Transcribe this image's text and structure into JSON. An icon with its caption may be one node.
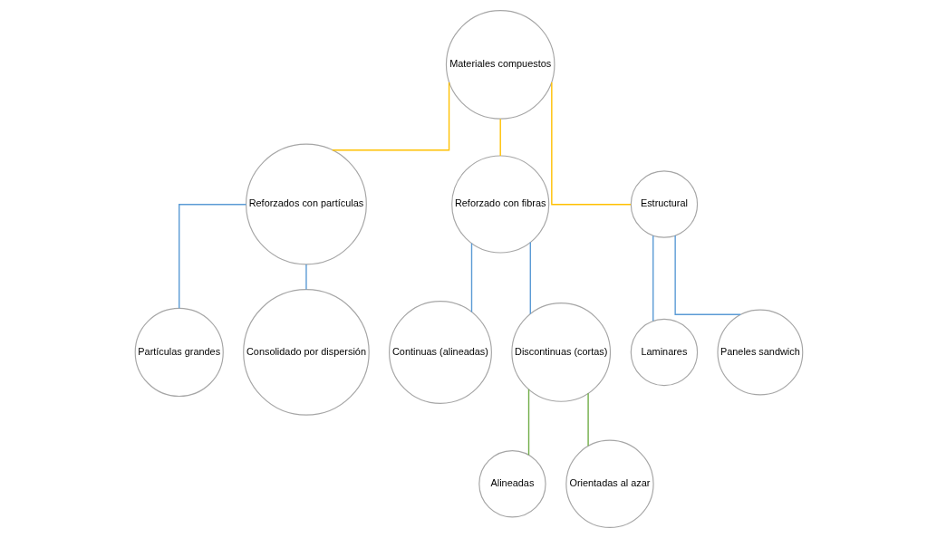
{
  "diagram": {
    "nodes": [
      {
        "text": [
          "Materiales compuestos"
        ]
      },
      {
        "text": [
          "Reforzados con partículas"
        ]
      },
      {
        "text": [
          "Reforzado con fibras"
        ]
      },
      {
        "text": [
          "Estructural"
        ]
      },
      {
        "text": [
          "Partículas grandes"
        ]
      },
      {
        "text": [
          "Consolidado por dispersión"
        ]
      },
      {
        "text": [
          "Continuas (alineadas)"
        ]
      },
      {
        "text": [
          "Discontinuas (cortas)"
        ]
      },
      {
        "text": [
          "Alineadas"
        ]
      },
      {
        "text": [
          "Orientadas al azar"
        ]
      },
      {
        "text": [
          "Laminares"
        ]
      },
      {
        "text": [
          "Paneles sandwich"
        ]
      }
    ],
    "edges": [
      {
        "from": 0,
        "to": 1,
        "arrow": "none",
        "color": "#ffc000"
      },
      {
        "from": 0,
        "to": 2,
        "arrow": "none",
        "color": "#ffc000"
      },
      {
        "from": 0,
        "to": 3,
        "arrow": "none",
        "color": "#ffc000"
      },
      {
        "from": 1,
        "to": 4,
        "arrow": "none"
      },
      {
        "from": 1,
        "to": 5,
        "arrow": "none"
      },
      {
        "from": 2,
        "to": 6,
        "arrow": "none"
      },
      {
        "from": 2,
        "to": 7,
        "arrow": "none"
      },
      {
        "from": 7,
        "to": 8,
        "arrow": "none",
        "color": "#70ad47"
      },
      {
        "from": 7,
        "to": 9,
        "arrow": "none",
        "color": "#70ad47"
      },
      {
        "from": 3,
        "to": 10,
        "arrow": "none"
      },
      {
        "from": 3,
        "to": 11,
        "arrow": "none"
      }
    ]
  }
}
